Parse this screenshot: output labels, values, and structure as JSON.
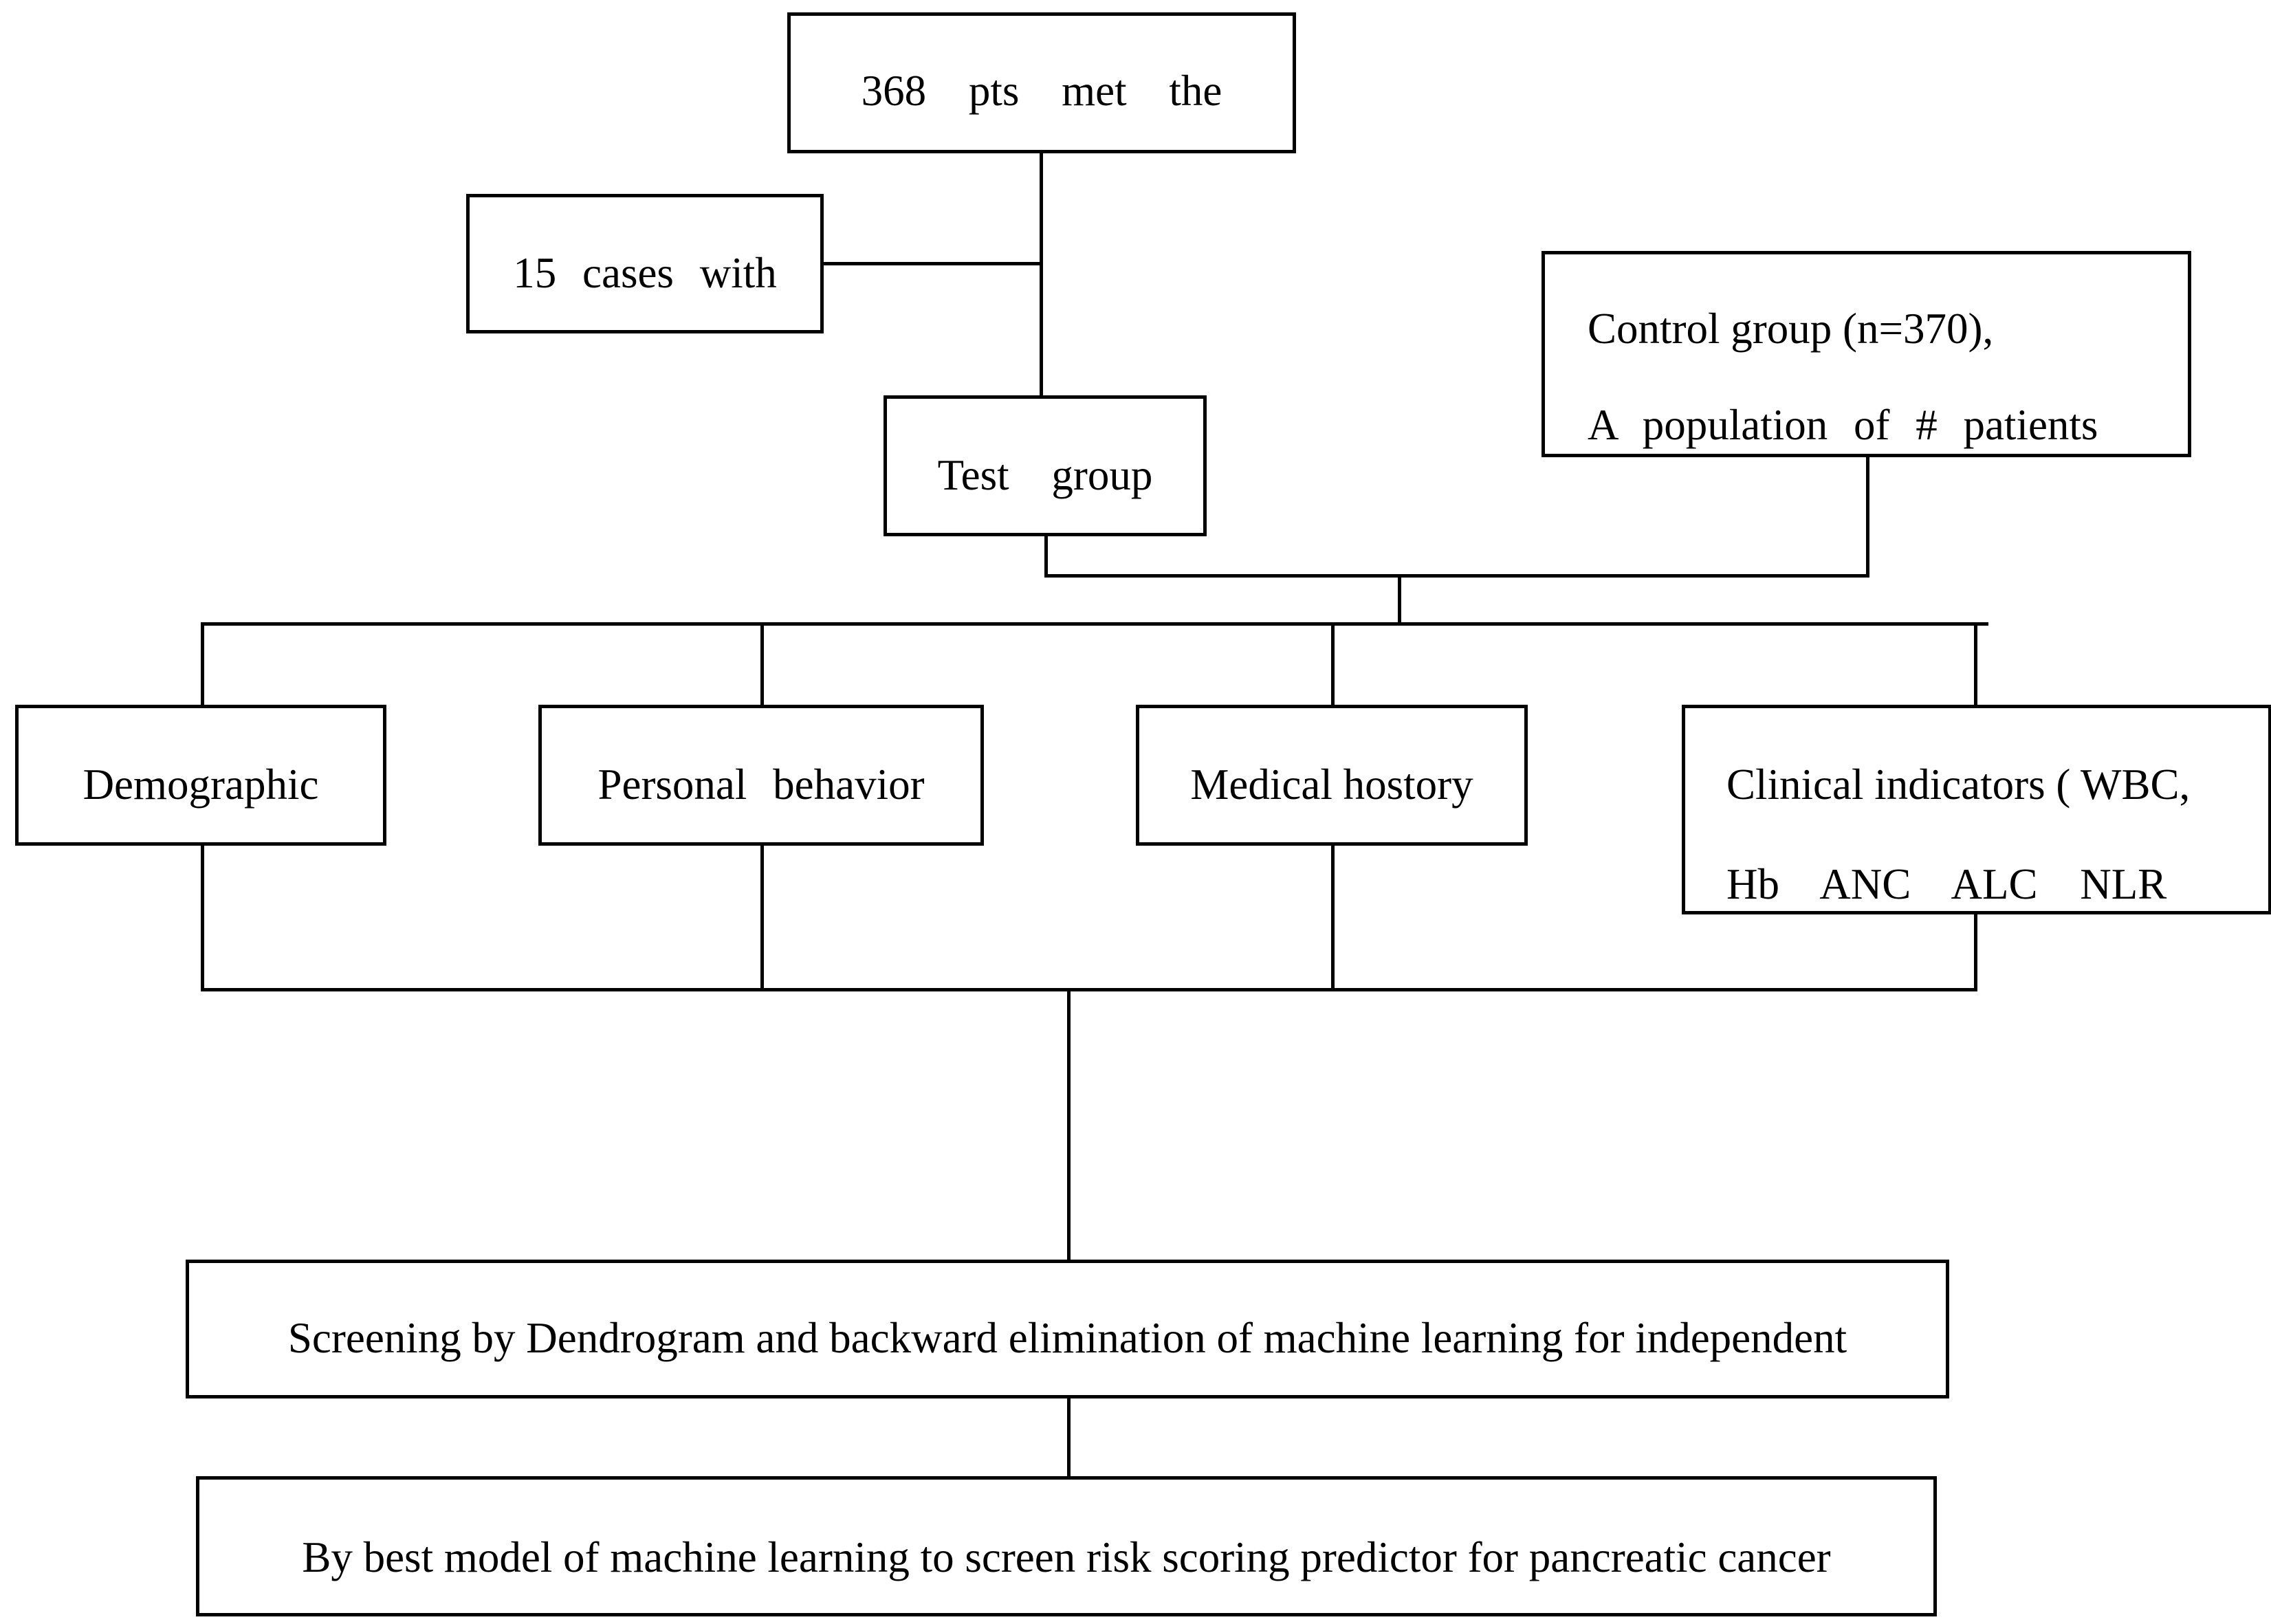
{
  "nodes": {
    "inclusion": {
      "text": "368 pts met the"
    },
    "excluded": {
      "text": "15 cases with"
    },
    "test_group": {
      "text": "Test group"
    },
    "control_group": {
      "line1": "Control group (n=370),",
      "line2": "A population of # patients"
    },
    "demographic": {
      "text": "Demographic"
    },
    "personal_behavior": {
      "text": "Personal behavior"
    },
    "medical_history": {
      "text": "Medical hostory"
    },
    "clinical_indicators": {
      "line1": "Clinical indicators ( WBC,",
      "line2": "Hb ANC ALC NLR"
    },
    "screening": {
      "text": "Screening by Dendrogram and backward elimination of machine learning for independent"
    },
    "best_model": {
      "text": "By best model of machine learning to screen risk scoring predictor for pancreatic cancer"
    }
  },
  "colors": {
    "stroke": "#000000",
    "background": "#ffffff"
  }
}
